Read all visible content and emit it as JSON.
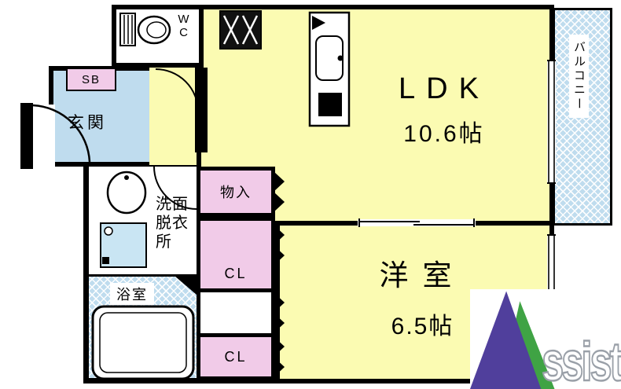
{
  "floorplan": {
    "balcony": {
      "label": "バルコニー"
    },
    "ldk": {
      "name": "LDK",
      "size": "10.6帖"
    },
    "western_room": {
      "name": "洋室",
      "size": "6.5帖"
    },
    "entrance": {
      "label": "玄関"
    },
    "shoe_box": {
      "label": "SB"
    },
    "toilet": {
      "label": "WC"
    },
    "washroom": {
      "label": "洗面脱衣所"
    },
    "bathroom": {
      "label": "浴室"
    },
    "storage": {
      "label": "物入"
    },
    "closet_upper": {
      "label": "CL"
    },
    "closet_lower": {
      "label": "CL"
    }
  },
  "logo": {
    "text": "ssist"
  },
  "colors": {
    "room_yellow": "#FBFBB2",
    "water_blue": "#BFDCEE",
    "closet_pink": "#F1CBE8",
    "washer_blue": "#C9E5F3",
    "logo_purple": "#503F9C",
    "logo_green": "#3FA344",
    "wall_black": "#000000"
  }
}
